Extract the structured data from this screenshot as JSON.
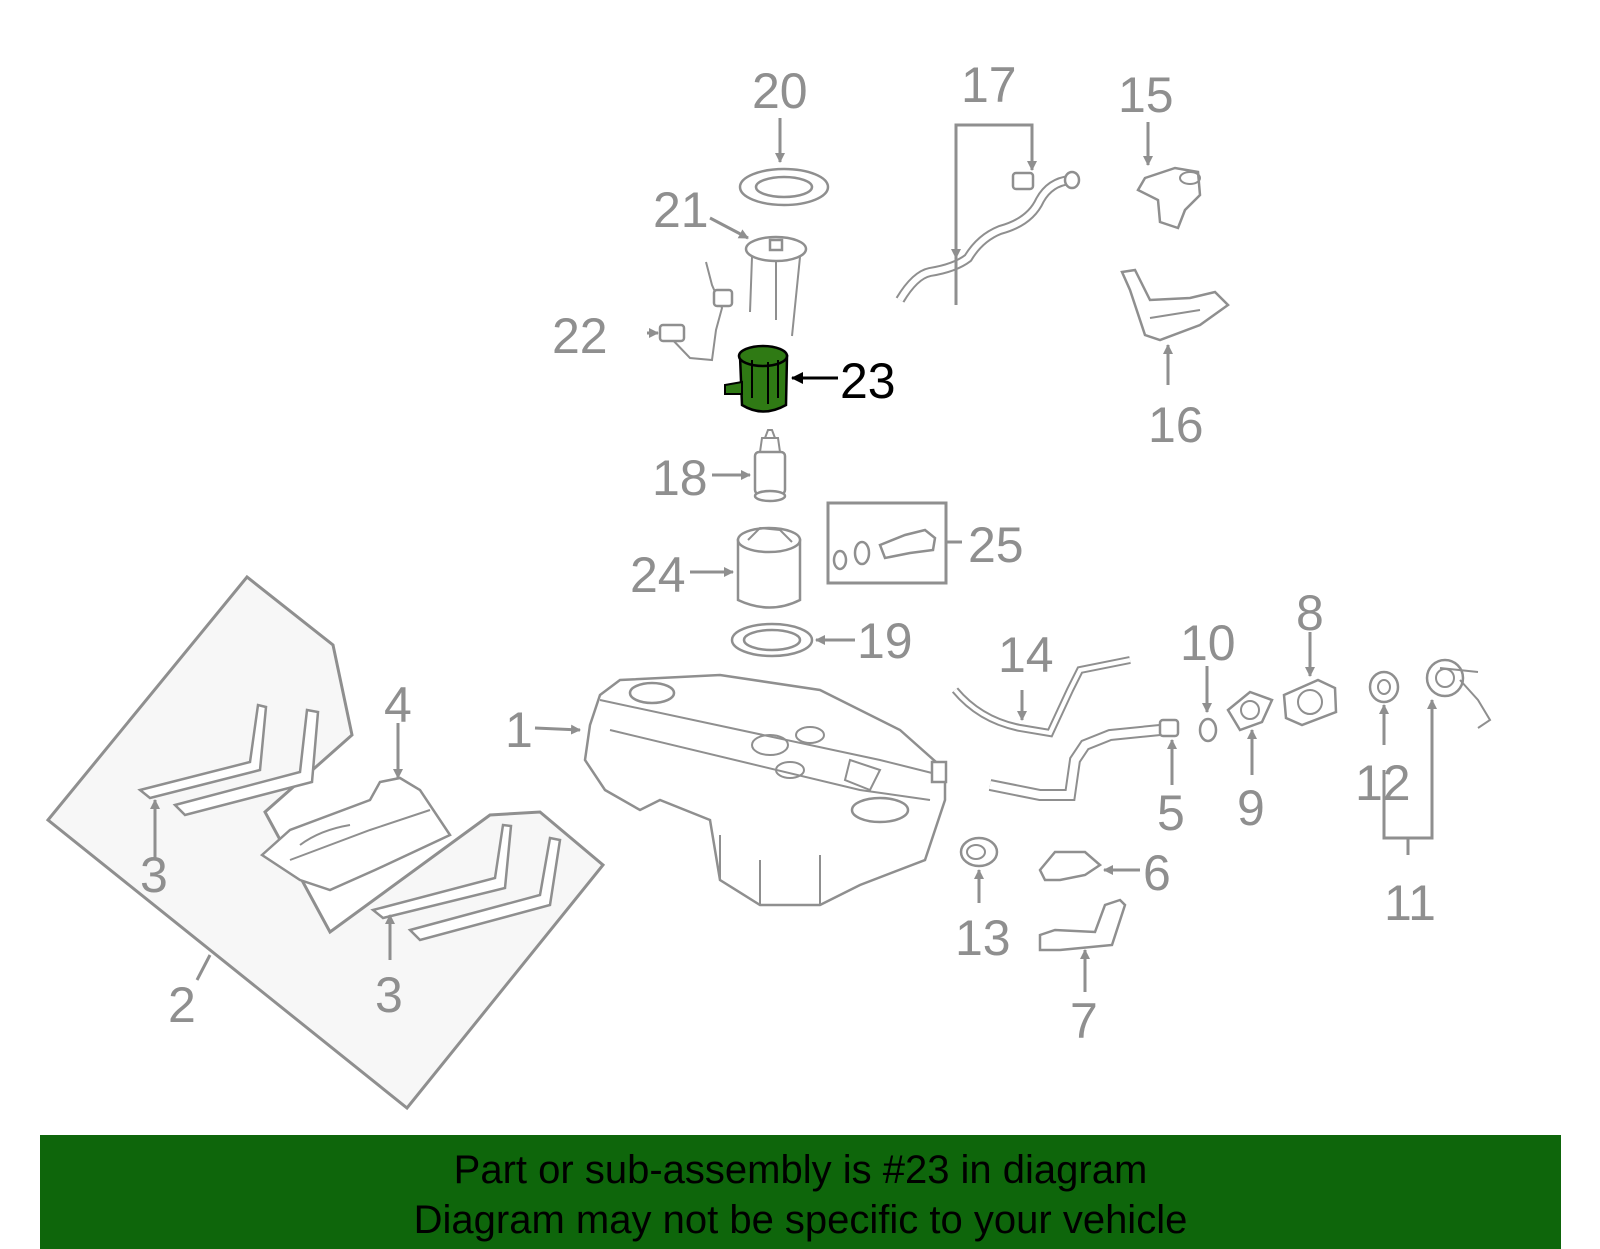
{
  "labels": {
    "p1": "1",
    "p2": "2",
    "p3a": "3",
    "p3b": "3",
    "p4": "4",
    "p5": "5",
    "p6": "6",
    "p7": "7",
    "p8": "8",
    "p9": "9",
    "p10": "10",
    "p11": "11",
    "p12": "12",
    "p13": "13",
    "p14": "14",
    "p15": "15",
    "p16": "16",
    "p17": "17",
    "p18": "18",
    "p19": "19",
    "p20": "20",
    "p21": "21",
    "p22": "22",
    "p23": "23",
    "p24": "24",
    "p25": "25"
  },
  "highlight": {
    "part": "23",
    "color": "#2f7a14"
  },
  "footer": {
    "line1": "Part or sub-assembly is #23 in diagram",
    "line2": "Diagram may not be specific to your vehicle",
    "color": "#0e660b"
  }
}
